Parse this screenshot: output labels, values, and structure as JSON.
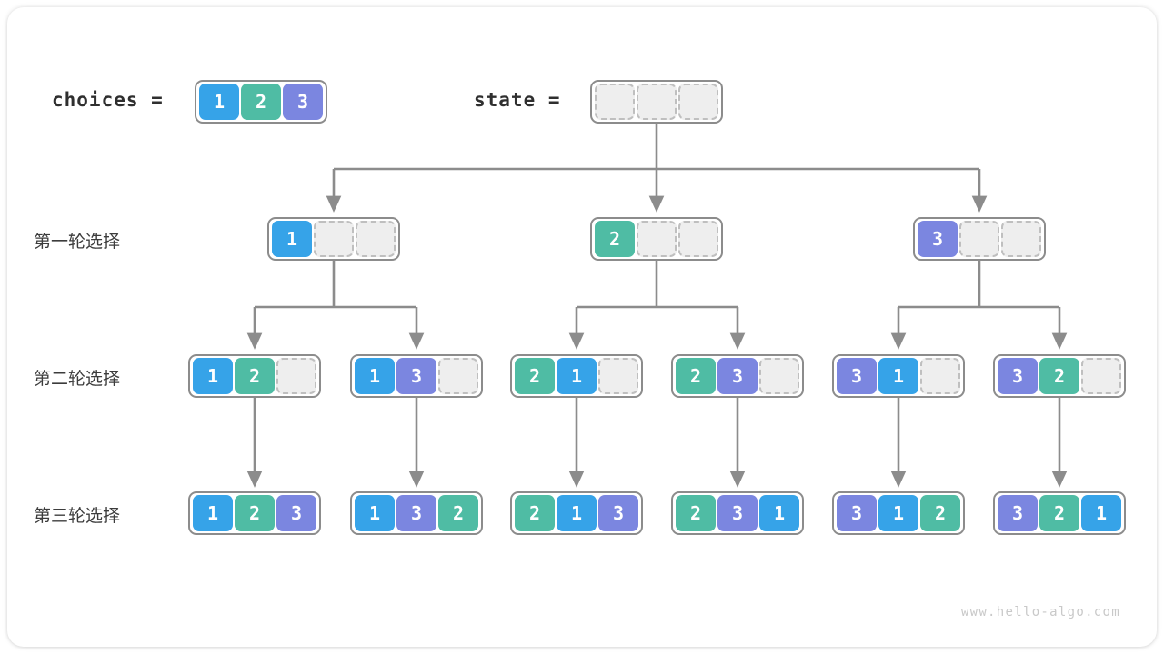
{
  "header": {
    "choices_label": "choices =",
    "state_label": "state ="
  },
  "watermark": "www.hello-algo.com",
  "palette": {
    "value_1": "#36a3e8",
    "value_2": "#4fbca4",
    "value_3": "#7b86e0",
    "empty_cell": "#eeeeee",
    "box_border": "#8c8c8c",
    "connector": "#8c8c8c",
    "text": "#3c3c3c"
  },
  "rows": [
    {
      "label": "第一轮选择"
    },
    {
      "label": "第二轮选择"
    },
    {
      "label": "第三轮选择"
    }
  ],
  "choices": {
    "cells": [
      "1",
      "2",
      "3"
    ]
  },
  "state": {
    "cells": [
      "",
      "",
      ""
    ]
  },
  "tree": {
    "level1": [
      {
        "cells": [
          "1",
          "",
          ""
        ]
      },
      {
        "cells": [
          "2",
          "",
          ""
        ]
      },
      {
        "cells": [
          "3",
          "",
          ""
        ]
      }
    ],
    "level2": [
      {
        "cells": [
          "1",
          "2",
          ""
        ]
      },
      {
        "cells": [
          "1",
          "3",
          ""
        ]
      },
      {
        "cells": [
          "2",
          "1",
          ""
        ]
      },
      {
        "cells": [
          "2",
          "3",
          ""
        ]
      },
      {
        "cells": [
          "3",
          "1",
          ""
        ]
      },
      {
        "cells": [
          "3",
          "2",
          ""
        ]
      }
    ],
    "level3": [
      {
        "cells": [
          "1",
          "2",
          "3"
        ]
      },
      {
        "cells": [
          "1",
          "3",
          "2"
        ]
      },
      {
        "cells": [
          "2",
          "1",
          "3"
        ]
      },
      {
        "cells": [
          "2",
          "3",
          "1"
        ]
      },
      {
        "cells": [
          "3",
          "1",
          "2"
        ]
      },
      {
        "cells": [
          "3",
          "2",
          "1"
        ]
      }
    ]
  }
}
